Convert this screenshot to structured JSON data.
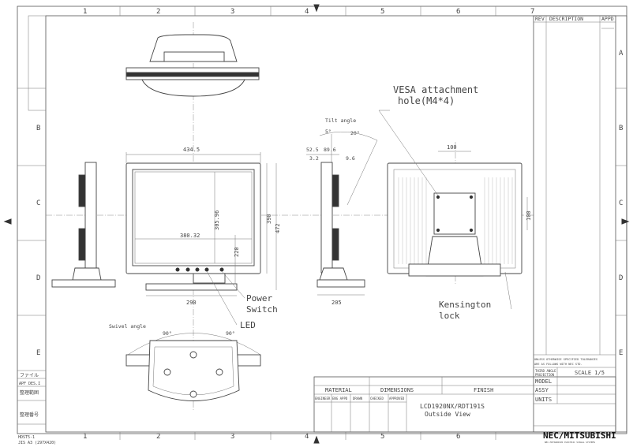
{
  "border": {
    "col_labels": [
      "1",
      "2",
      "3",
      "4",
      "5",
      "6",
      "7"
    ],
    "row_labels": [
      "A",
      "B",
      "C",
      "D",
      "E"
    ]
  },
  "revision_table": {
    "headers": [
      "REV",
      "DESCRIPTION",
      "APPD"
    ]
  },
  "dimensions": {
    "width_outer": "434.5",
    "width_inner": "380.32",
    "height_inner": "305.96",
    "height_total": "390",
    "height_max": "472",
    "bottom_offset": "220",
    "stand_width": "290",
    "depth_a": "52.5",
    "depth_b": "89.6",
    "depth_c": "3.2",
    "depth_d": "9.6",
    "depth_stand": "205",
    "vesa_spacing_h": "100",
    "vesa_spacing_v": "100"
  },
  "angles": {
    "tilt_title": "Tilt angle",
    "tilt_fwd": "5°",
    "tilt_back": "20°",
    "swivel_title": "Swivel angle",
    "swivel_left": "90°",
    "swivel_right": "90°"
  },
  "callouts": {
    "vesa_line1": "VESA attachment",
    "vesa_line2": "hole(M4*4)",
    "power_line1": "Power",
    "power_line2": "Switch",
    "led": "LED",
    "kensington_line1": "Kensington",
    "kensington_line2": "lock"
  },
  "left_stamp": {
    "rows": [
      "ファイル",
      "APF DES.I",
      "整理範囲",
      "整理番号"
    ]
  },
  "title_block": {
    "material": "MATERIAL",
    "dimensions": "DIMENSIONS",
    "finish": "FINISH",
    "roles": [
      "ENGINEER",
      "ENG APPD",
      "DRAWN",
      "CHECKED",
      "APPROVED"
    ],
    "model_label": "MODEL",
    "assy_label": "ASSY",
    "units_label": "UNITS",
    "scale": "SCALE 1/5",
    "tolerance_line1": "UNLESS OTHERWISE SPECIFIED TOLERANCES",
    "tolerance_line2": "ARE AS FOLLOWS WITH NEC STD.",
    "proj_line1": "THIRD ANGLE",
    "proj_line2": "PROJECTION",
    "drawing_title": "LCD1920NX/RDT191S",
    "drawing_subtitle": "Outside View",
    "brand": "NEC/MITSUBISHI",
    "brand_sub": "NEC-MITSUBISHI ELECTRIC VISUAL SYSTEMS"
  },
  "footer": {
    "code1": "HDST5-1",
    "code2": "JIS A3 (297X420)"
  }
}
